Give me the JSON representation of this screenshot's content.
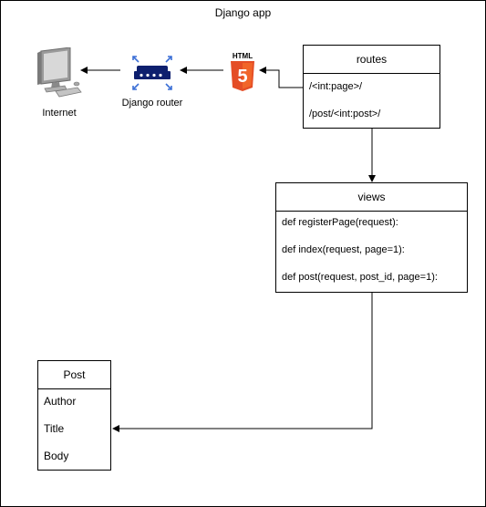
{
  "app_title": "Django app",
  "nodes": {
    "internet": {
      "label": "Internet",
      "icon": "monitor-icon"
    },
    "router": {
      "label": "Django router",
      "icon": "router-icon",
      "color": "#0d1f6e"
    },
    "html5": {
      "badge": "HTML",
      "digit": "5",
      "icon": "html5-icon",
      "color": "#e44d26"
    }
  },
  "routes": {
    "title": "routes",
    "items": [
      "/<int:page>/",
      "/post/<int:post>/"
    ]
  },
  "views": {
    "title": "views",
    "items": [
      "def registerPage(request):",
      "def index(request, page=1):",
      "def post(request, post_id, page=1):"
    ]
  },
  "post": {
    "title": "Post",
    "fields": [
      "Author",
      "Title",
      "Body"
    ]
  }
}
